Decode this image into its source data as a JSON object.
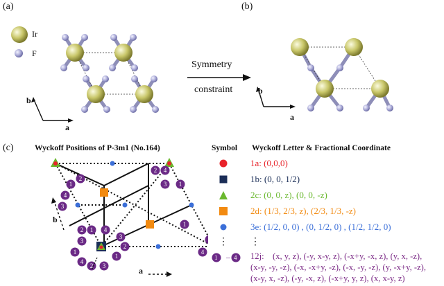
{
  "panels": {
    "a_label": "(a)",
    "b_label": "(b)",
    "c_label": "(c)"
  },
  "legend": {
    "ir_label": "Ir",
    "f_label": "F"
  },
  "arrow": {
    "top_text": "Symmetry",
    "bottom_text": "constraint"
  },
  "axes": {
    "a": "a",
    "b": "b"
  },
  "wyckoff_diagram": {
    "title": "Wyckoff Positions of P-3m1 (No.164)",
    "numbers": [
      "1",
      "2",
      "3",
      "4"
    ]
  },
  "table": {
    "symbol_header": "Symbol",
    "coord_header": "Wyckoff Letter & Fractional Coordinate",
    "rows": [
      {
        "text": "1a:  (0,0,0)",
        "color": "#e8232a"
      },
      {
        "text": "1b:  (0, 0, 1/2)",
        "color": "#1b2e57"
      },
      {
        "text": "2c:  (0, 0, z), (0, 0, -z)",
        "color": "#6ab82e"
      },
      {
        "text": "2d:  (1/3, 2/3, z), (2/3, 1/3, -z)",
        "color": "#f28a10"
      },
      {
        "text": "3e:  (1/2, 0, 0) , (0, 1/2, 0) , (1/2, 1/2, 0)",
        "color": "#3b6fd8"
      }
    ],
    "ellipsis": "⋮",
    "twelve_prefix": "12j:",
    "twelve_lines": [
      "(x, y, z), (-y, x-y, z), (-x+y, -x, z), (y, x, -z),",
      "(x-y, -y, -z), (-x, -x+y, -z), (-x, -y, -z), (y, -x+y, -z),",
      "(x-y, x, -z), (-y, -x, z), (-x+y, y, z), (x, x-y, z)"
    ],
    "twelve_badge_from": "1",
    "twelve_badge_to": "4",
    "colors": {
      "purple": "#6b2a86"
    }
  }
}
